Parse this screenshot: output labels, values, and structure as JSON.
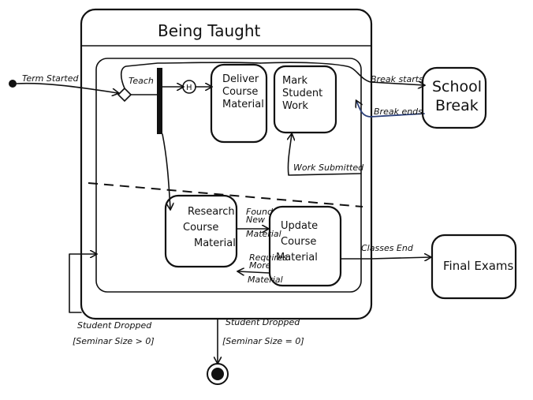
{
  "diagram": {
    "composite_state": {
      "title": "Being Taught"
    },
    "states": {
      "deliver": [
        "Deliver",
        "Course",
        "Material"
      ],
      "mark": [
        "Mark",
        "Student",
        "Work"
      ],
      "research": [
        "Research",
        "Course",
        "Material"
      ],
      "update": [
        "Update",
        "Course",
        "Material"
      ],
      "school_break": [
        "School",
        "Break"
      ],
      "final_exams": "Final Exams"
    },
    "pseudo": {
      "history": "H"
    },
    "transitions": {
      "term_started": "Term Started",
      "teach": "Teach",
      "break_starts": "Break starts",
      "break_ends": "Break ends",
      "work_submitted": "Work Submitted",
      "found_new": [
        "Found",
        "New",
        "Material"
      ],
      "requires_more": [
        "Requires",
        "More",
        "Material"
      ],
      "classes_end": "Classes End",
      "dropped_left": [
        "Student Dropped",
        "[Seminar Size > 0]"
      ],
      "dropped_bottom": [
        "Student Dropped",
        "[Seminar Size = 0]"
      ]
    }
  }
}
